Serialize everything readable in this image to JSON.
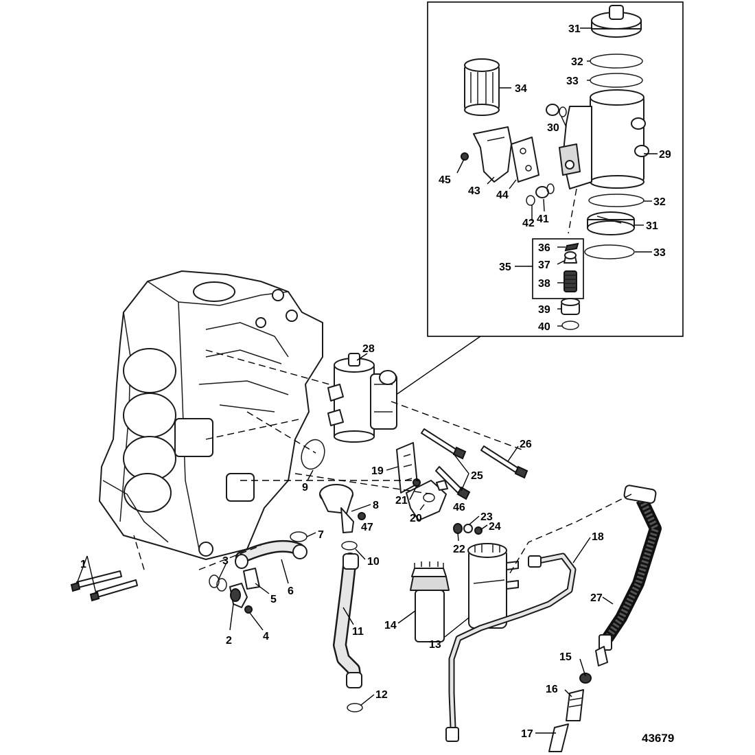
{
  "figure_number": "43679",
  "callouts": [
    {
      "id": "c1",
      "text": "1"
    },
    {
      "id": "c2",
      "text": "2"
    },
    {
      "id": "c3",
      "text": "3"
    },
    {
      "id": "c4",
      "text": "4"
    },
    {
      "id": "c5",
      "text": "5"
    },
    {
      "id": "c6",
      "text": "6"
    },
    {
      "id": "c7",
      "text": "7"
    },
    {
      "id": "c8",
      "text": "8"
    },
    {
      "id": "c9",
      "text": "9"
    },
    {
      "id": "c10",
      "text": "10"
    },
    {
      "id": "c11",
      "text": "11"
    },
    {
      "id": "c12",
      "text": "12"
    },
    {
      "id": "c13",
      "text": "13"
    },
    {
      "id": "c14",
      "text": "14"
    },
    {
      "id": "c15",
      "text": "15"
    },
    {
      "id": "c16",
      "text": "16"
    },
    {
      "id": "c17",
      "text": "17"
    },
    {
      "id": "c18",
      "text": "18"
    },
    {
      "id": "c19",
      "text": "19"
    },
    {
      "id": "c20",
      "text": "20"
    },
    {
      "id": "c21",
      "text": "21"
    },
    {
      "id": "c22",
      "text": "22"
    },
    {
      "id": "c23",
      "text": "23"
    },
    {
      "id": "c24",
      "text": "24"
    },
    {
      "id": "c25",
      "text": "25"
    },
    {
      "id": "c26",
      "text": "26"
    },
    {
      "id": "c27",
      "text": "27"
    },
    {
      "id": "c28",
      "text": "28"
    },
    {
      "id": "c29",
      "text": "29"
    },
    {
      "id": "c30",
      "text": "30"
    },
    {
      "id": "c31a",
      "text": "31"
    },
    {
      "id": "c31b",
      "text": "31"
    },
    {
      "id": "c32a",
      "text": "32"
    },
    {
      "id": "c32b",
      "text": "32"
    },
    {
      "id": "c33a",
      "text": "33"
    },
    {
      "id": "c33b",
      "text": "33"
    },
    {
      "id": "c34",
      "text": "34"
    },
    {
      "id": "c35",
      "text": "35"
    },
    {
      "id": "c36",
      "text": "36"
    },
    {
      "id": "c37",
      "text": "37"
    },
    {
      "id": "c38",
      "text": "38"
    },
    {
      "id": "c39",
      "text": "39"
    },
    {
      "id": "c40",
      "text": "40"
    },
    {
      "id": "c41",
      "text": "41"
    },
    {
      "id": "c42",
      "text": "42"
    },
    {
      "id": "c43",
      "text": "43"
    },
    {
      "id": "c44",
      "text": "44"
    },
    {
      "id": "c45",
      "text": "45"
    },
    {
      "id": "c46",
      "text": "46"
    },
    {
      "id": "c47",
      "text": "47"
    }
  ]
}
